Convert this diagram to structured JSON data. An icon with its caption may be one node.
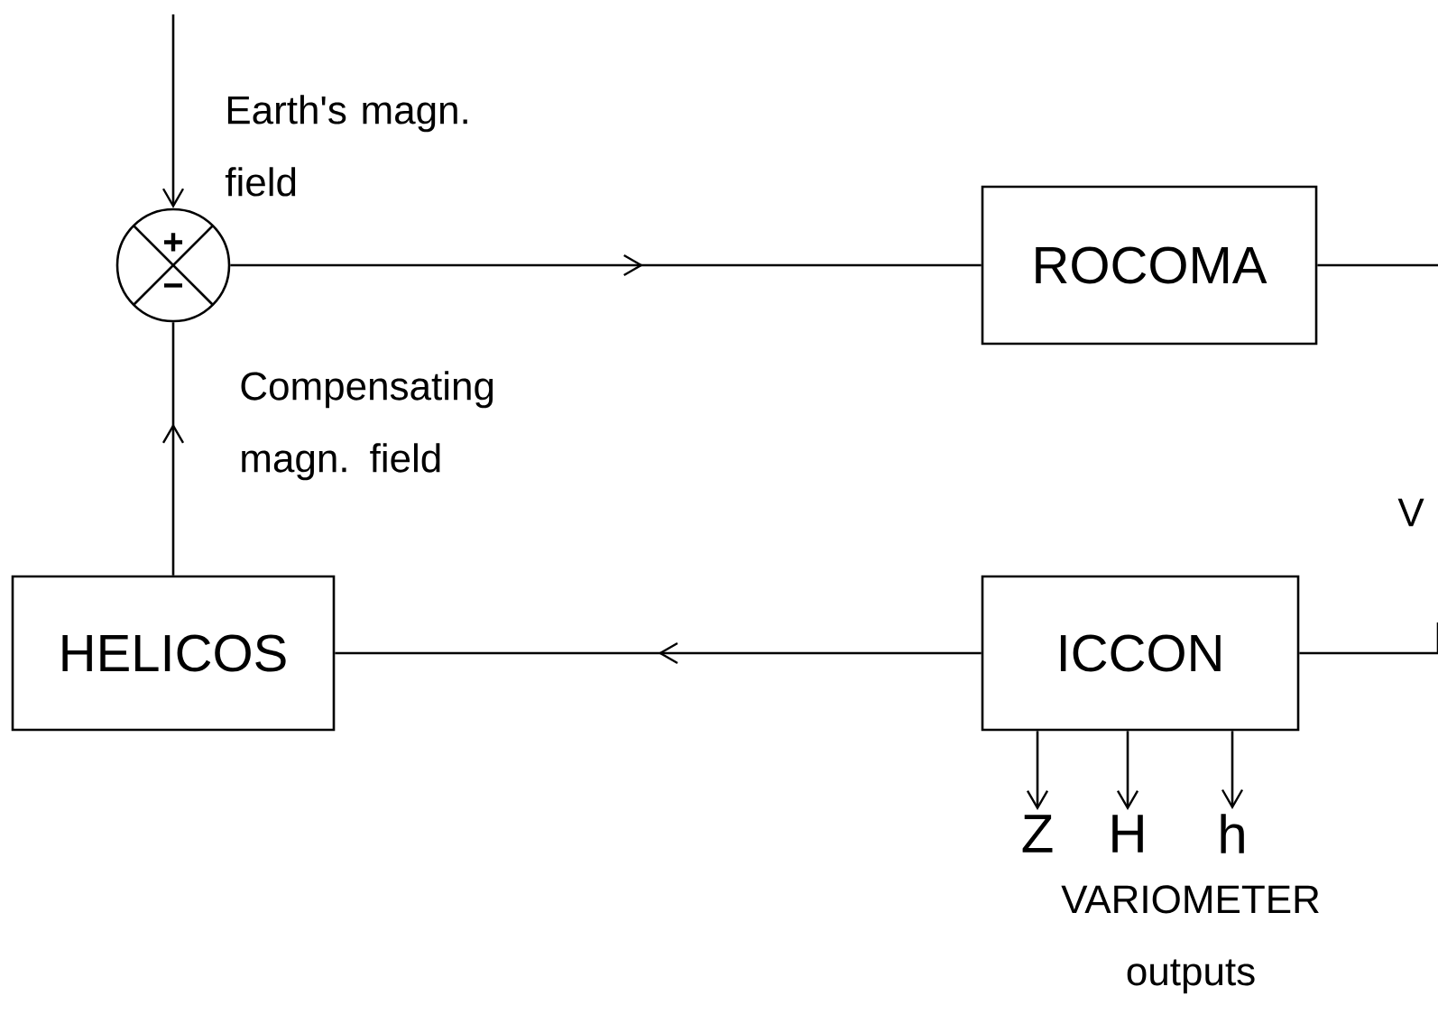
{
  "diagram": {
    "nodes": [
      {
        "text": [
          "+",
          "−"
        ]
      },
      {
        "text": [
          "ROCOMA"
        ]
      },
      {
        "text": [
          "HELICOS"
        ]
      },
      {
        "text": [
          "ICCON"
        ]
      },
      {
        "text": [
          "Z"
        ]
      },
      {
        "text": [
          "H"
        ]
      },
      {
        "text": [
          "h"
        ]
      }
    ],
    "edges": [
      {
        "from": null,
        "to": 0,
        "arrow": "to",
        "label": "Earth's magn. field"
      },
      {
        "from": 0,
        "to": 1,
        "arrow": "to"
      },
      {
        "from": 1,
        "to": null,
        "arrow": "none"
      },
      {
        "from": null,
        "to": 3,
        "arrow": "none"
      },
      {
        "from": 3,
        "to": 2,
        "arrow": "to"
      },
      {
        "from": 2,
        "to": 0,
        "arrow": "to",
        "label": "Compensating magn. field"
      },
      {
        "from": 3,
        "to": 4,
        "arrow": "to"
      },
      {
        "from": 3,
        "to": 5,
        "arrow": "to"
      },
      {
        "from": 3,
        "to": 6,
        "arrow": "to"
      }
    ],
    "labels": [
      "V",
      "VARIOMETER outputs"
    ]
  }
}
